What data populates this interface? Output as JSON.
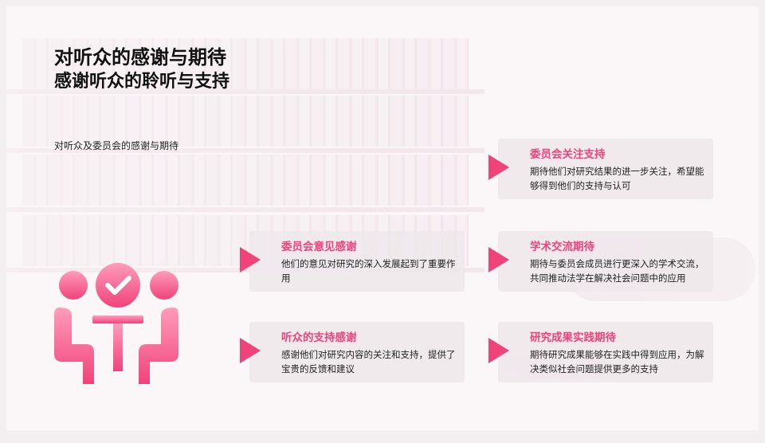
{
  "title": "对听众的感谢与期待",
  "subtitle": "感谢听众的聆听与支持",
  "caption": "对听众及委员会的感谢与期待",
  "colors": {
    "accent": "#f0437a",
    "accent_light": "#ffb0c8"
  },
  "cards": [
    {
      "heading": "委员会关注支持",
      "text": "期待他们对研究结果的进一步关注，希望能够得到他们的支持与认可"
    },
    {
      "heading": "委员会意见感谢",
      "text": "他们的意见对研究的深入发展起到了重要作用"
    },
    {
      "heading": "学术交流期待",
      "text": "期待与委员会成员进行更深入的学术交流，共同推动法学在解决社会问题中的应用"
    },
    {
      "heading": "听众的支持感谢",
      "text": "感谢他们对研究内容的关注和支持，提供了宝贵的反馈和建议"
    },
    {
      "heading": "研究成果实践期待",
      "text": "期待研究成果能够在实践中得到应用，为解决类似社会问题提供更多的支持"
    }
  ],
  "icons": {
    "card_marker": "play-triangle-icon",
    "figure": "meeting-approval-icon"
  }
}
